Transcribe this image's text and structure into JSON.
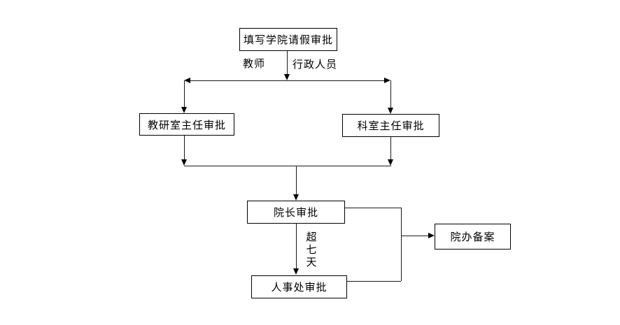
{
  "diagram": {
    "type": "flowchart",
    "nodes": {
      "start": {
        "label": "填写学院请假审批"
      },
      "teaching_office": {
        "label": "教研室主任审批"
      },
      "department": {
        "label": "科室主任审批"
      },
      "dean": {
        "label": "院长审批"
      },
      "personnel": {
        "label": "人事处审批"
      },
      "record": {
        "label": "院办备案"
      }
    },
    "edge_labels": {
      "teacher": "教师",
      "admin_staff": "行政人员",
      "over_seven_days": "超七天"
    },
    "colors": {
      "line": "#1a1a1a",
      "box_border": "#000000",
      "box_fill": "#ffffff",
      "background": "#ffffff",
      "text": "#000000"
    }
  }
}
